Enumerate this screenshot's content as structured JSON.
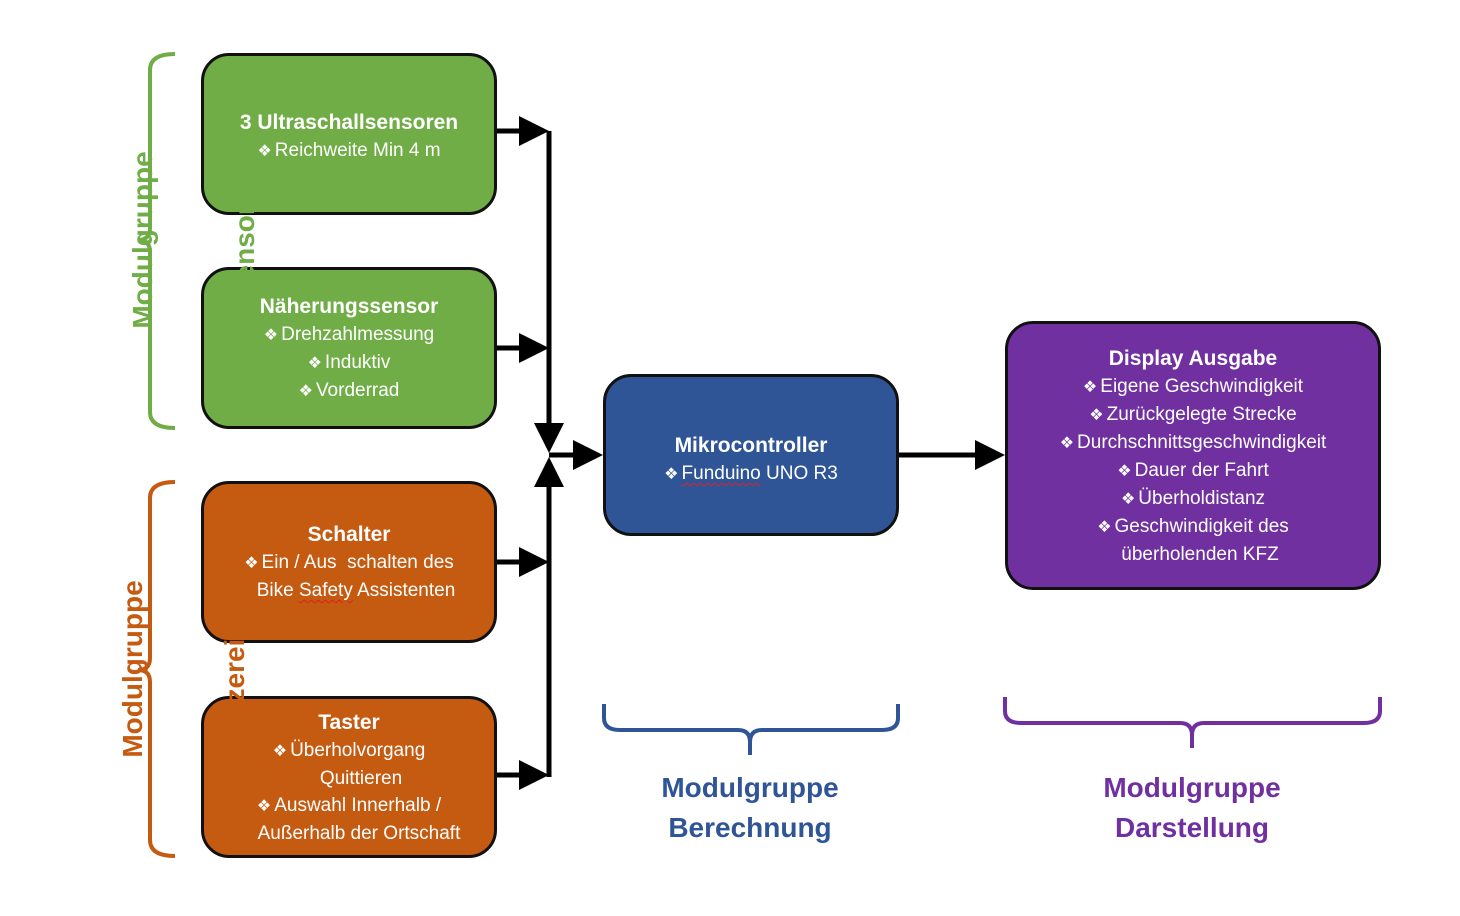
{
  "colors": {
    "sensorik": "#70ad47",
    "benutzereingabe": "#c55a11",
    "berechnung": "#2f5597",
    "darstellung": "#7030a0",
    "connector": "#000000"
  },
  "groups": {
    "sensorik": {
      "line1": "Modulgruppe",
      "line2": "Sensorik"
    },
    "benutzereingabe": {
      "line1": "Modulgruppe",
      "line2": "Benutzereingabe"
    },
    "berechnung": {
      "line1": "Modulgruppe",
      "line2": "Berechnung"
    },
    "darstellung": {
      "line1": "Modulgruppe",
      "line2": "Darstellung"
    }
  },
  "boxes": {
    "ultraschall": {
      "title": "3 Ultraschallsensoren",
      "items": [
        "Reichweite Min 4 m"
      ]
    },
    "naeherung": {
      "title": "Näherungssensor",
      "items": [
        "Drehzahlmessung",
        "Induktiv",
        "Vorderrad"
      ]
    },
    "schalter": {
      "title": "Schalter",
      "items": [
        "Ein / Aus  schalten des"
      ],
      "continuation": {
        "pre": "Bike ",
        "flagged": "Safety",
        "post": " Assistenten"
      }
    },
    "taster": {
      "title": "Taster",
      "items": [
        "Überholvorgang",
        "Auswahl Innerhalb /"
      ],
      "continuations": [
        "Quittieren",
        "Außerhalb der Ortschaft"
      ]
    },
    "mikrocontroller": {
      "title": "Mikrocontroller",
      "item_flagged": "Funduino",
      "item_rest": " UNO R3"
    },
    "display": {
      "title": "Display Ausgabe",
      "items": [
        "Eigene Geschwindigkeit",
        "Zurückgelegte Strecke",
        "Durchschnittsgeschwindigkeit",
        "Dauer der Fahrt",
        "Überholdistanz",
        "Geschwindigkeit des"
      ],
      "continuation": "überholenden KFZ"
    }
  },
  "bullet_icon": "❖"
}
